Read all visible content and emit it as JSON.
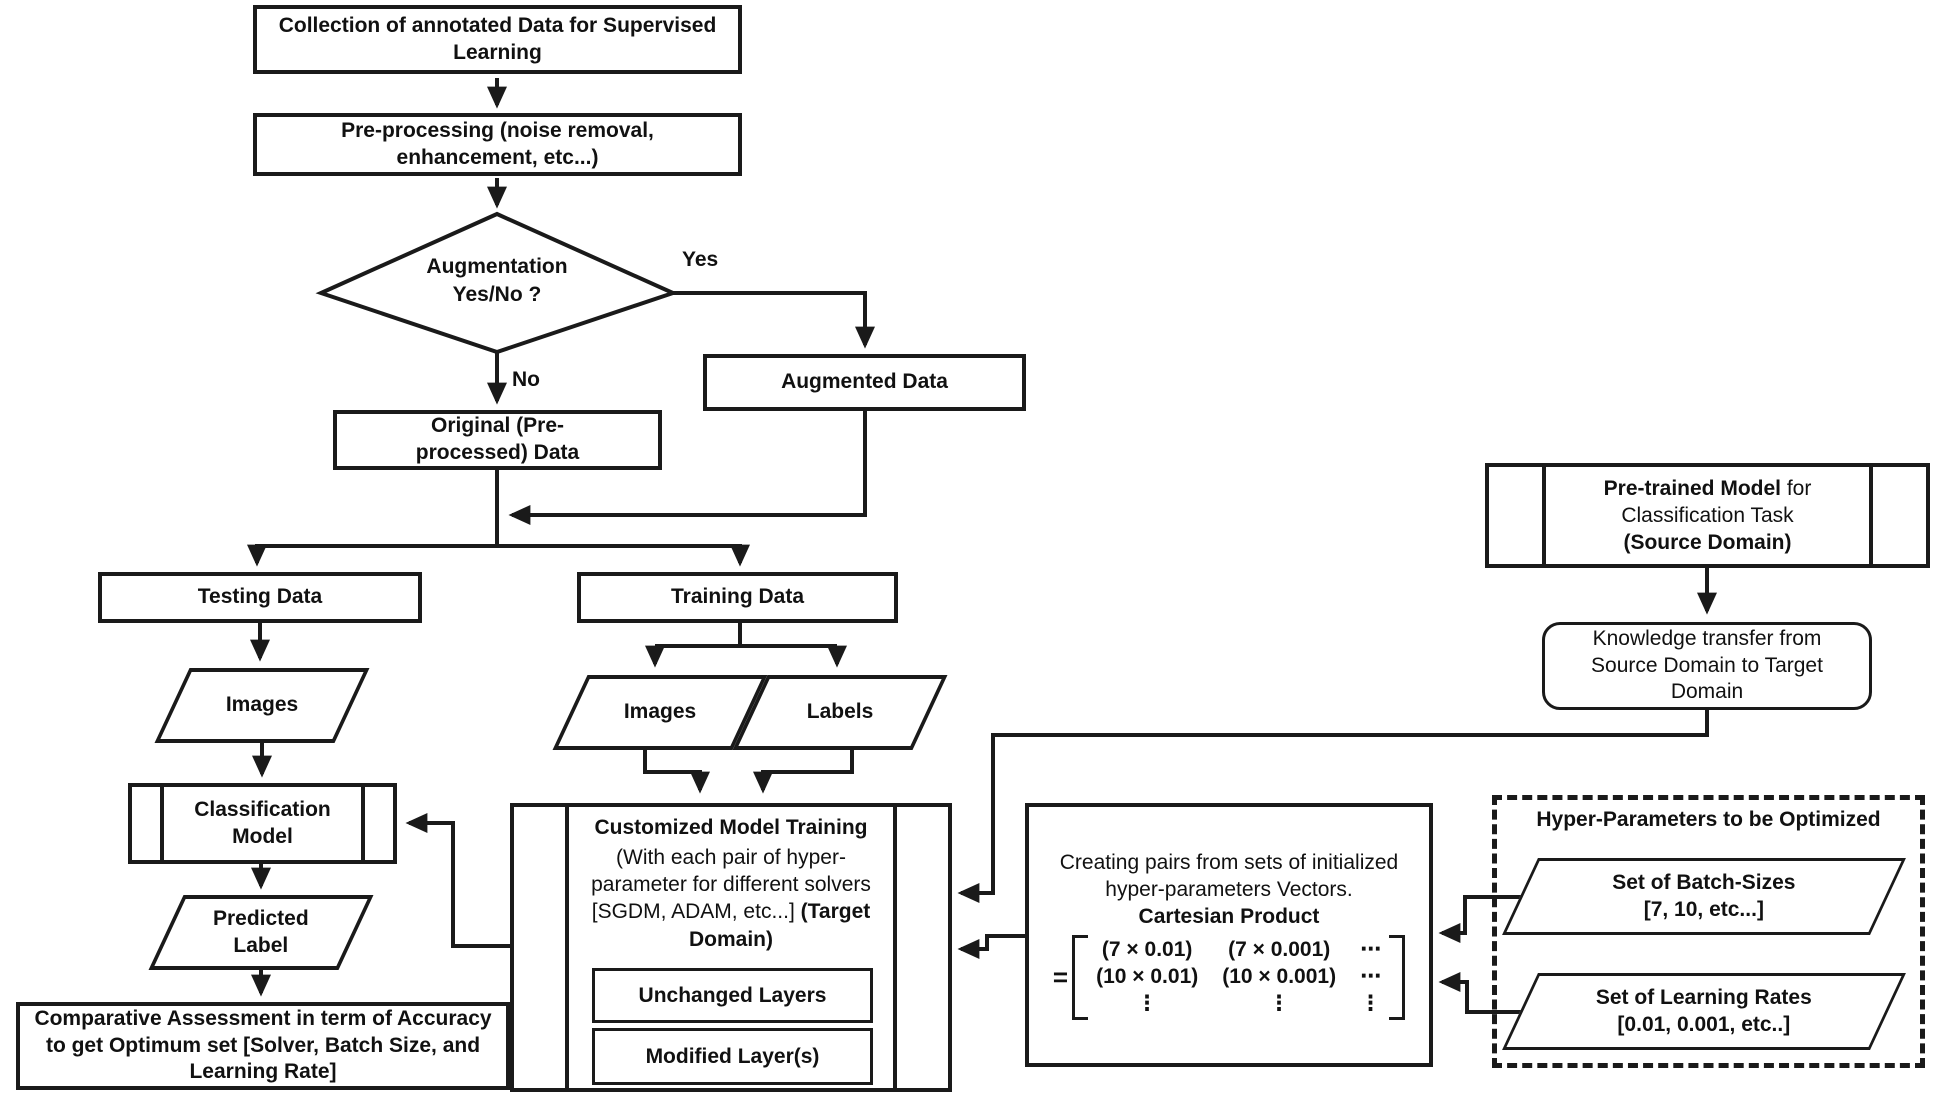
{
  "canvas": {
    "stroke_color": "#1a1a1a",
    "background": "#ffffff"
  },
  "nodes": {
    "collection": {
      "label": "Collection of annotated Data for Supervised Learning"
    },
    "preprocessing": {
      "label": "Pre-processing (noise removal, enhancement, etc...)"
    },
    "augmentation_decision": {
      "line1": "Augmentation",
      "line2": "Yes/No ?"
    },
    "yes_label": "Yes",
    "no_label": "No",
    "augmented": {
      "label": "Augmented Data"
    },
    "original": {
      "label": "Original (Pre-processed) Data"
    },
    "testing": {
      "label": "Testing Data"
    },
    "training": {
      "label": "Training Data"
    },
    "testing_images": {
      "label": "Images"
    },
    "training_images": {
      "label": "Images"
    },
    "training_labels": {
      "label": "Labels"
    },
    "classification_model": {
      "label": "Classification Model"
    },
    "predicted_label": {
      "label": "Predicted Label"
    },
    "comparative": {
      "label": "Comparative Assessment in term of Accuracy to get Optimum set [Solver, Batch Size, and Learning Rate]"
    },
    "customized_training": {
      "title": "Customized Model Training",
      "body": "(With each pair of hyper-parameter for different solvers [SGDM, ADAM, etc...] ",
      "body_bold": "(Target Domain)",
      "unchanged": "Unchanged Layers",
      "modified": "Modified Layer(s)"
    },
    "creating_pairs": {
      "line1": "Creating pairs from sets of initialized hyper-parameters Vectors.",
      "line2": "Cartesian Product",
      "equals": "=",
      "matrix": [
        [
          "(7 × 0.01)",
          "(7 × 0.001)",
          "⋯"
        ],
        [
          "(10 × 0.01)",
          "(10 × 0.001)",
          "⋯"
        ],
        [
          "⋮",
          "⋮",
          "⋮"
        ]
      ]
    },
    "pretrained": {
      "title_bold": "Pre-trained Model",
      "title_rest": " for",
      "line2": "Classification Task",
      "line3": "(Source Domain)"
    },
    "knowledge": {
      "label": "Knowledge transfer from Source Domain to Target Domain"
    },
    "hyperparams": {
      "title": "Hyper-Parameters to be Optimized",
      "batch_line1": "Set of Batch-Sizes",
      "batch_line2": "[7, 10, etc...]",
      "lr_line1": "Set of Learning Rates",
      "lr_line2": "[0.01, 0.001, etc..]"
    }
  }
}
